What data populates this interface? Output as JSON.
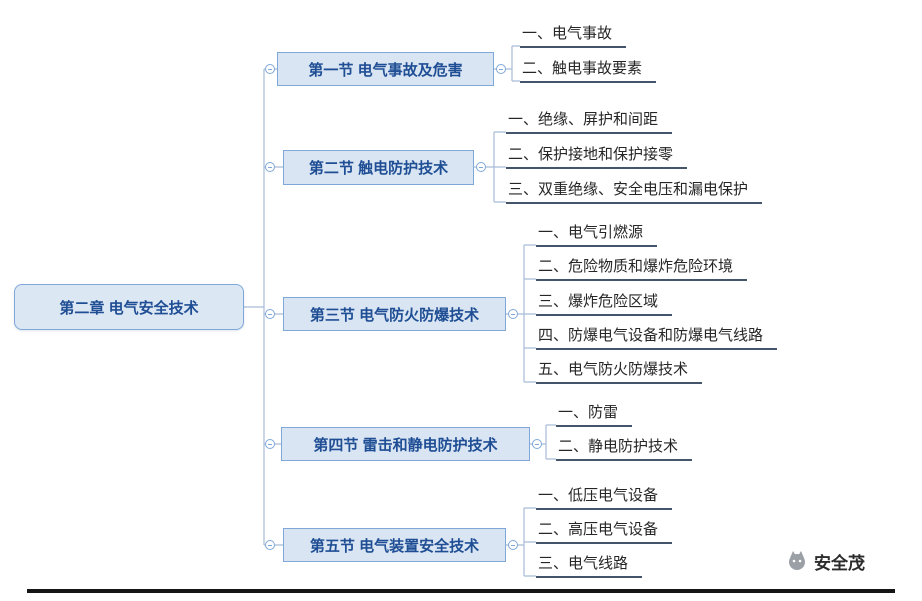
{
  "root": {
    "label": "第二章 电气安全技术"
  },
  "branches": [
    {
      "label": "第一节 电气事故及危害",
      "children": [
        "一、电气事故",
        "二、触电事故要素"
      ]
    },
    {
      "label": "第二节 触电防护技术",
      "children": [
        "一、绝缘、屏护和间距",
        "二、保护接地和保护接零",
        "三、双重绝缘、安全电压和漏电保护"
      ]
    },
    {
      "label": "第三节 电气防火防爆技术",
      "children": [
        "一、电气引燃源",
        "二、危险物质和爆炸危险环境",
        "三、爆炸危险区域",
        "四、防爆电气设备和防爆电气线路",
        "五、电气防火防爆技术"
      ]
    },
    {
      "label": "第四节 雷击和静电防护技术",
      "children": [
        "一、防雷",
        "二、静电防护技术"
      ]
    },
    {
      "label": "第五节 电气装置安全技术",
      "children": [
        "一、低压电气设备",
        "二、高压电气设备",
        "三、电气线路"
      ]
    }
  ],
  "watermark": {
    "label": "安全茂"
  },
  "colors": {
    "node_fill": "#d9e5f3",
    "node_border": "#7fa8d9",
    "node_text": "#1f4e94",
    "connector": "#a8bcd8",
    "leaf_text": "#262626",
    "leaf_line": "#44546a",
    "bottom_bar": "#151515"
  }
}
